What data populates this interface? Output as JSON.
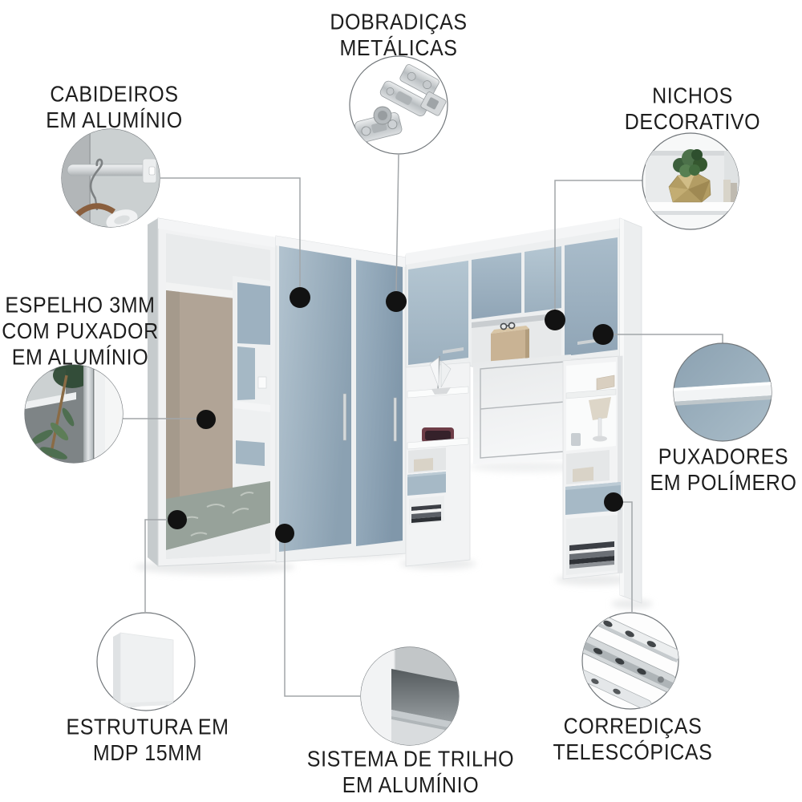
{
  "infographic": {
    "type": "product-feature-callout-diagram",
    "product": "corner wardrobe illustration",
    "background": "#ffffff"
  },
  "callouts": {
    "dobradicas": {
      "label": "DOBRADIÇAS\nMETÁLICAS",
      "icon": "hinge-detail-icon"
    },
    "cabideiros": {
      "label": "CABIDEIROS\nEM ALUMÍNIO",
      "icon": "hanger-rod-detail-icon"
    },
    "nichos": {
      "label": "NICHOS\nDECORATIVO",
      "icon": "decorative-niche-detail-icon"
    },
    "espelho": {
      "label": "ESPELHO 3MM\nCOM PUXADOR\nEM ALUMÍNIO",
      "icon": "mirror-handle-detail-icon"
    },
    "puxadores": {
      "label": "PUXADORES\nEM POLÍMERO",
      "icon": "polymer-handle-detail-icon"
    },
    "estrutura": {
      "label": "ESTRUTURA EM\nMDP 15MM",
      "icon": "mdp-board-detail-icon"
    },
    "trilho": {
      "label": "SISTEMA DE TRILHO\nEM ALUMÍNIO",
      "icon": "aluminum-rail-detail-icon"
    },
    "corredicas": {
      "label": "CORREDIÇAS\nTELESCÓPICAS",
      "icon": "telescopic-slide-detail-icon"
    }
  },
  "colors": {
    "label_text": "#1d1d1d",
    "connector_gray": "#a2a6a9",
    "marker_black": "#121212",
    "door_blue": "#9fb4c3",
    "door_blue_dark": "#8aa0b1",
    "furniture_white": "#f2f3f4",
    "mirror_wall_beige": "#b1a496",
    "rug_green": "#97a29a",
    "wood_box_tan": "#c9b394",
    "vase_gold": "#b39d64",
    "plant_green": "#4c714a",
    "radio_maroon": "#6e3d47"
  }
}
